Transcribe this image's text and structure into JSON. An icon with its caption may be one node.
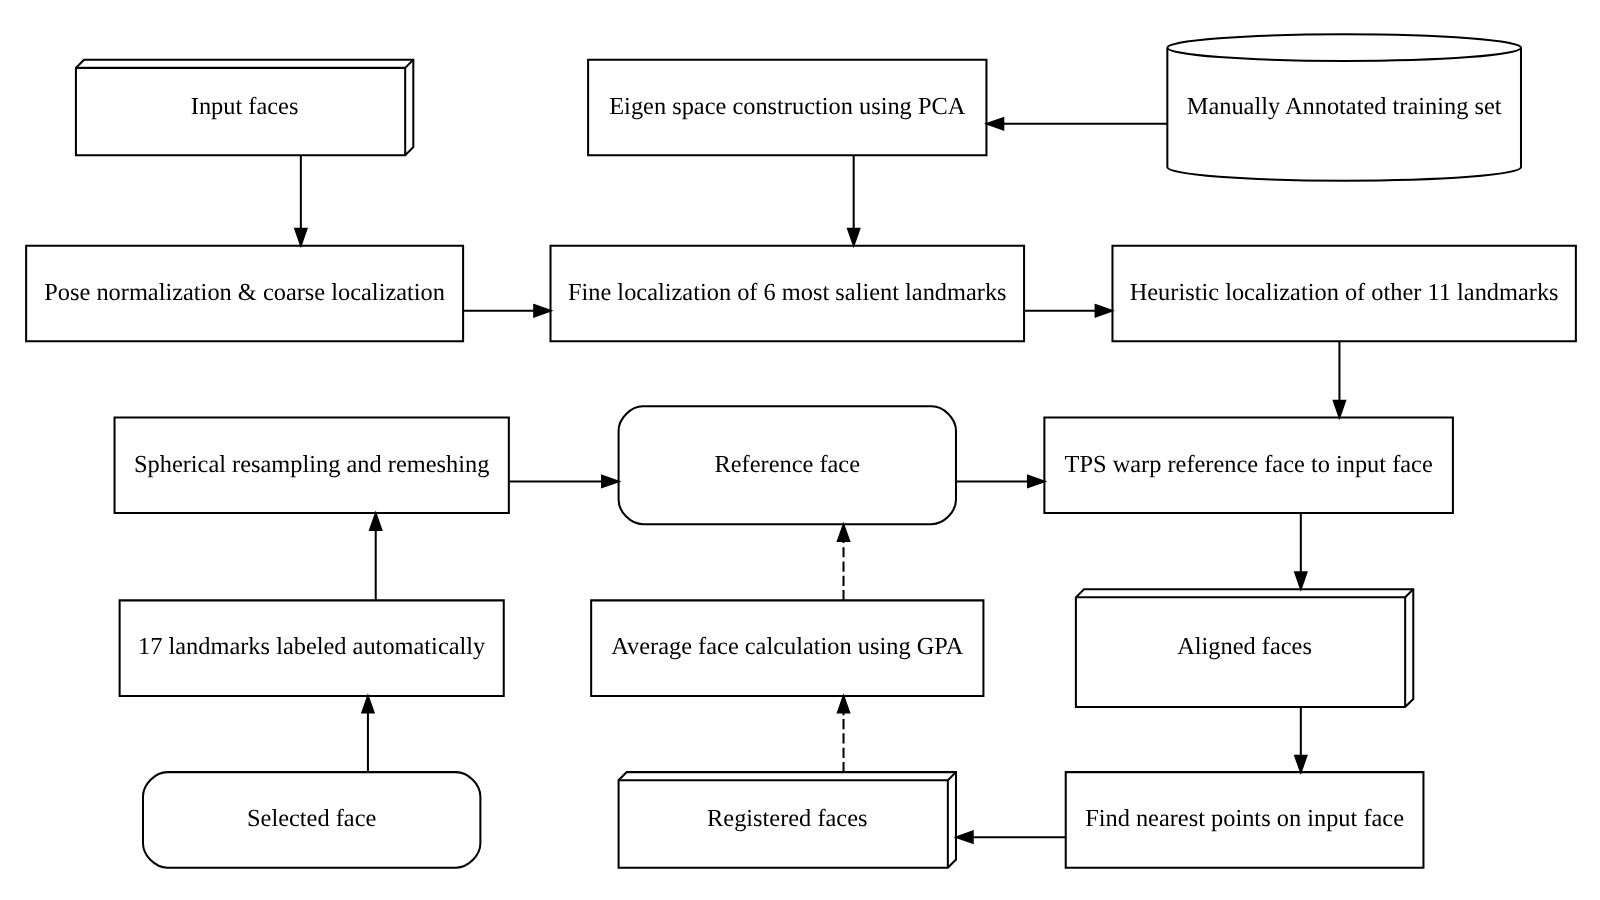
{
  "diagram": {
    "nodes": [
      {
        "text": [
          "Input faces"
        ]
      },
      {
        "text": [
          "Eigen space construction using PCA"
        ]
      },
      {
        "text": [
          "Manually Annotated training set"
        ]
      },
      {
        "text": [
          "Pose normalization & coarse localization"
        ]
      },
      {
        "text": [
          "Fine localization of 6 most salient landmarks"
        ]
      },
      {
        "text": [
          "Heuristic localization of other 11 landmarks"
        ]
      },
      {
        "text": [
          "Spherical resampling and remeshing"
        ]
      },
      {
        "text": [
          "Reference face"
        ]
      },
      {
        "text": [
          "TPS warp reference face to input face"
        ]
      },
      {
        "text": [
          "17 landmarks labeled automatically"
        ]
      },
      {
        "text": [
          "Average face calculation using GPA"
        ]
      },
      {
        "text": [
          "Aligned faces"
        ]
      },
      {
        "text": [
          "Selected face"
        ]
      },
      {
        "text": [
          "Registered faces"
        ]
      },
      {
        "text": [
          "Find nearest points on input face"
        ]
      }
    ],
    "edges": [
      {
        "from": 0,
        "to": 3,
        "arrow": "to"
      },
      {
        "from": 2,
        "to": 1,
        "arrow": "to"
      },
      {
        "from": 1,
        "to": 4,
        "arrow": "to"
      },
      {
        "from": 3,
        "to": 4,
        "arrow": "to"
      },
      {
        "from": 4,
        "to": 5,
        "arrow": "to"
      },
      {
        "from": 5,
        "to": 8,
        "arrow": "to"
      },
      {
        "from": 8,
        "to": 11,
        "arrow": "to"
      },
      {
        "from": 11,
        "to": 14,
        "arrow": "to"
      },
      {
        "from": 14,
        "to": 13,
        "arrow": "to"
      },
      {
        "from": 13,
        "to": 10,
        "arrow": "to",
        "style": "dashed"
      },
      {
        "from": 10,
        "to": 7,
        "arrow": "to",
        "style": "dashed"
      },
      {
        "from": 7,
        "to": 8,
        "arrow": "to"
      },
      {
        "from": 12,
        "to": 9,
        "arrow": "to"
      },
      {
        "from": 9,
        "to": 6,
        "arrow": "to"
      },
      {
        "from": 6,
        "to": 7,
        "arrow": "to"
      }
    ]
  }
}
